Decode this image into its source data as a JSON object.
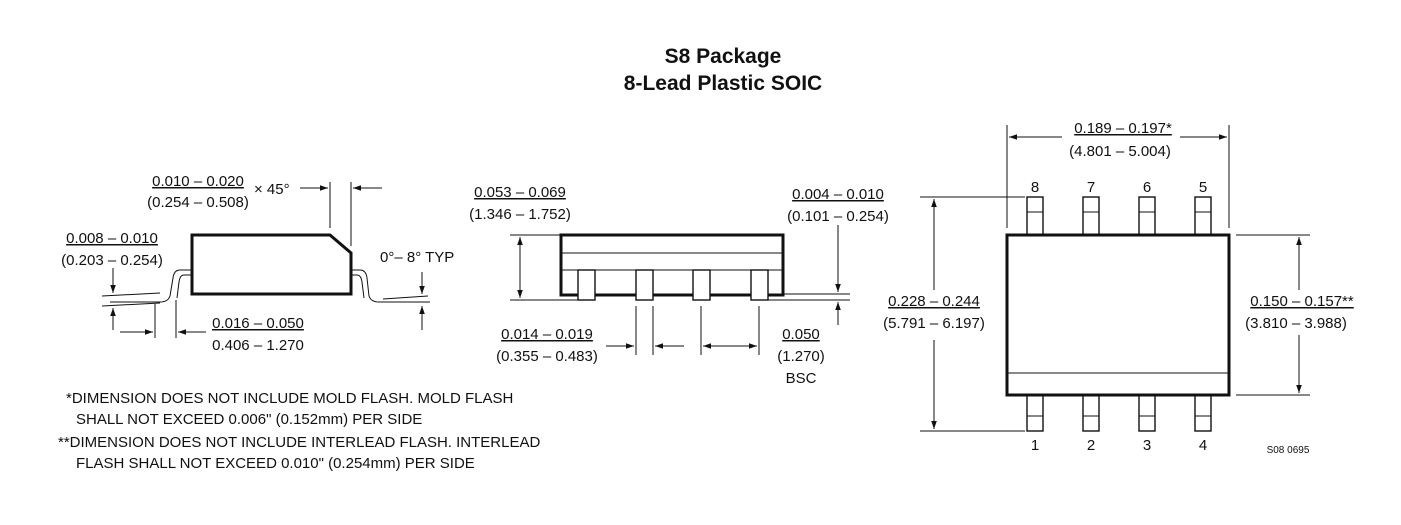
{
  "title": {
    "line1": "S8 Package",
    "line2": "8-Lead Plastic SOIC"
  },
  "side_view": {
    "chamfer_in": "0.010 – 0.020",
    "chamfer_mm": "(0.254 – 0.508)",
    "chamfer_angle": "× 45°",
    "lead_thickness_in": "0.008 – 0.010",
    "lead_thickness_mm": "(0.203 – 0.254)",
    "foot_in": "0.016 – 0.050",
    "foot_mm": "0.406 – 1.270",
    "angle": "0°– 8° TYP"
  },
  "front_view": {
    "height_in": "0.053 – 0.069",
    "height_mm": "(1.346 – 1.752)",
    "standoff_in": "0.004 – 0.010",
    "standoff_mm": "(0.101 – 0.254)",
    "lead_width_in": "0.014 – 0.019",
    "lead_width_mm": "(0.355 – 0.483)",
    "pitch_in": "0.050",
    "pitch_mm": "(1.270)",
    "pitch_note": "BSC"
  },
  "top_view": {
    "length_in": "0.189 – 0.197*",
    "length_mm": "(4.801 – 5.004)",
    "total_width_in": "0.228 – 0.244",
    "total_width_mm": "(5.791 – 6.197)",
    "body_width_in": "0.150 – 0.157**",
    "body_width_mm": "(3.810 – 3.988)",
    "pins_top": [
      "8",
      "7",
      "6",
      "5"
    ],
    "pins_bottom": [
      "1",
      "2",
      "3",
      "4"
    ],
    "drawing_code": "S08 0695"
  },
  "notes": {
    "note1_line1": "*DIMENSION DOES NOT INCLUDE MOLD FLASH. MOLD FLASH",
    "note1_line2": "SHALL NOT EXCEED 0.006\" (0.152mm) PER SIDE",
    "note2_line1": "**DIMENSION DOES NOT INCLUDE INTERLEAD FLASH. INTERLEAD",
    "note2_line2": "FLASH SHALL NOT EXCEED 0.010\" (0.254mm) PER SIDE"
  }
}
